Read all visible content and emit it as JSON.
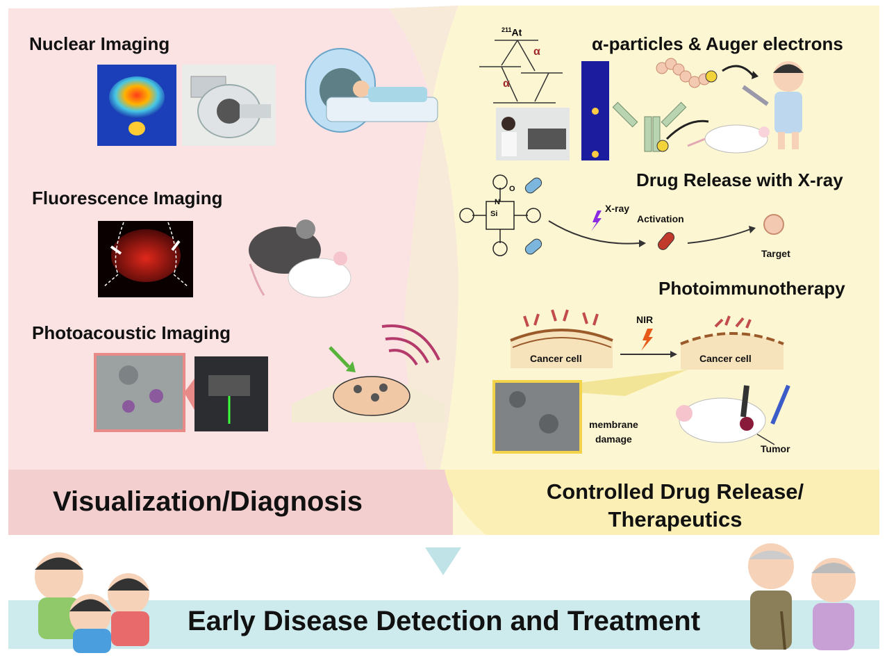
{
  "left_panel": {
    "nuclear_title": "Nuclear Imaging",
    "fluorescence_title": "Fluorescence Imaging",
    "photoacoustic_title": "Photoacoustic Imaging",
    "footer_label": "Visualization/Diagnosis"
  },
  "right_panel": {
    "alpha_title": "α-particles & Auger electrons",
    "isotope_mass": "211",
    "isotope_symbol": "At",
    "alpha_symbol": "α",
    "drug_release_title": "Drug Release with X-ray",
    "xray_label": "X-ray",
    "activation_label": "Activation",
    "target_label": "Target",
    "pit_title": "Photoimmunotherapy",
    "nir_label": "NIR",
    "cancer_cell_label": "Cancer cell",
    "membrane_label": "membrane\ndamage",
    "tumor_label": "Tumor",
    "footer_line1": "Controlled Drug Release/",
    "footer_line2": "Therapeutics",
    "chem_atoms": {
      "n": "N",
      "si": "Si",
      "o": "O"
    }
  },
  "bottom": {
    "banner_text": "Early Disease Detection and Treatment"
  },
  "colors": {
    "left_bg": "#fbe3e3",
    "right_bg": "#fdf6d2",
    "left_footer": "#f4cfd0",
    "right_footer": "#fbefb5",
    "banner": "#cdeaec",
    "arrow": "#bfe3e6"
  }
}
